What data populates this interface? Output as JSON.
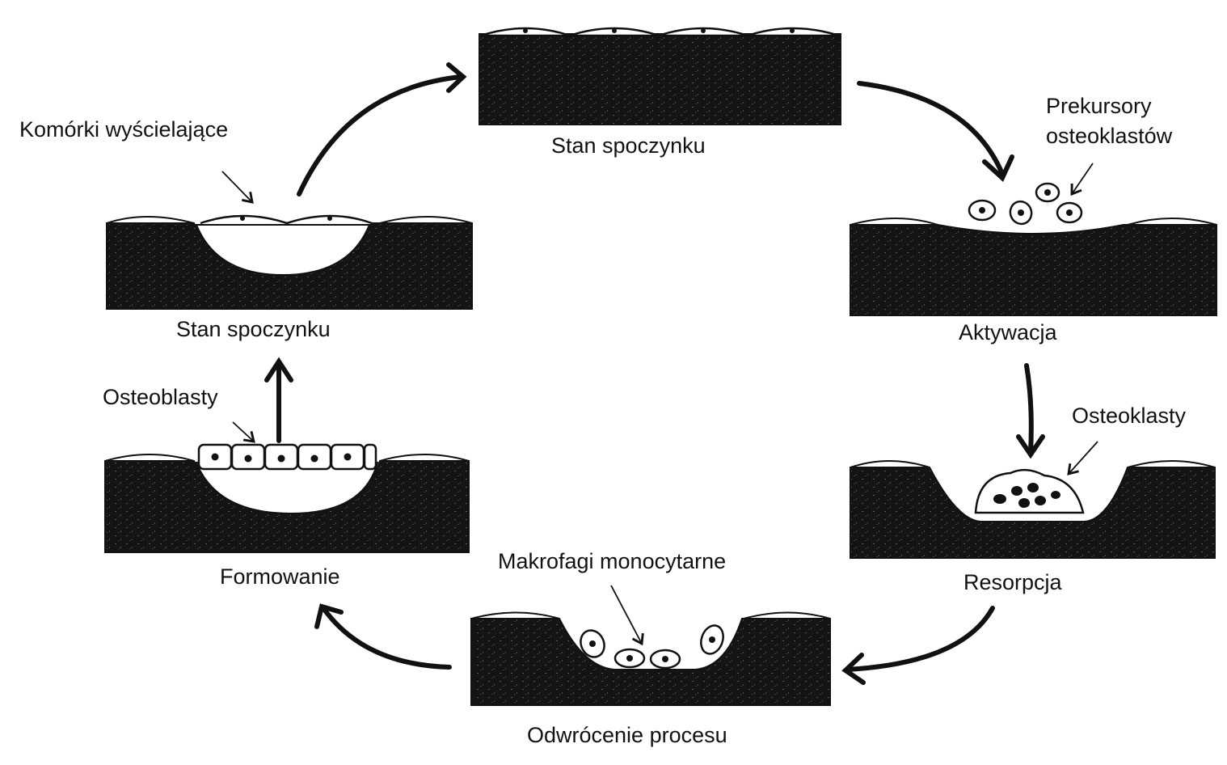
{
  "labels": {
    "rest_top": "Stan spoczynku",
    "rest_left": "Stan spoczynku",
    "lining_cells": "Komórki wyścielające",
    "precursors_line1": "Prekursory",
    "precursors_line2": "osteoklastów",
    "activation": "Aktywacja",
    "osteoclasts": "Osteoklasty",
    "resorption": "Resorpcja",
    "macrophages": "Makrofagi monocytarne",
    "reversal": "Odwrócenie procesu",
    "osteoblasts": "Osteoblasty",
    "formation": "Formowanie"
  },
  "colors": {
    "bone": "#141414",
    "ink": "#111111",
    "background": "#ffffff"
  }
}
